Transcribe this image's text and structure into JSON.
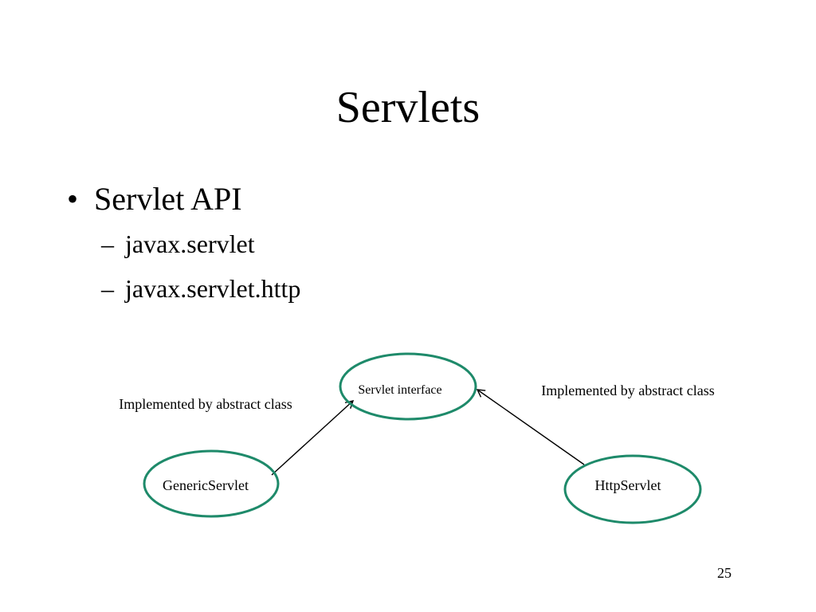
{
  "slide": {
    "title": "Servlets",
    "bullets": [
      {
        "text": "Servlet API",
        "sub": [
          "javax.servlet",
          "javax.servlet.http"
        ]
      }
    ],
    "bullet_glyph": "•",
    "sub_glyph": "–",
    "page_number": "25"
  },
  "diagram": {
    "nodes": {
      "interface": "Servlet interface",
      "generic": "GenericServlet",
      "http": "HttpServlet"
    },
    "edge_labels": {
      "left": "Implemented by abstract class",
      "right": "Implemented by abstract class"
    },
    "colors": {
      "node_outline": "#1e8a6a",
      "arrow": "#000000"
    }
  }
}
